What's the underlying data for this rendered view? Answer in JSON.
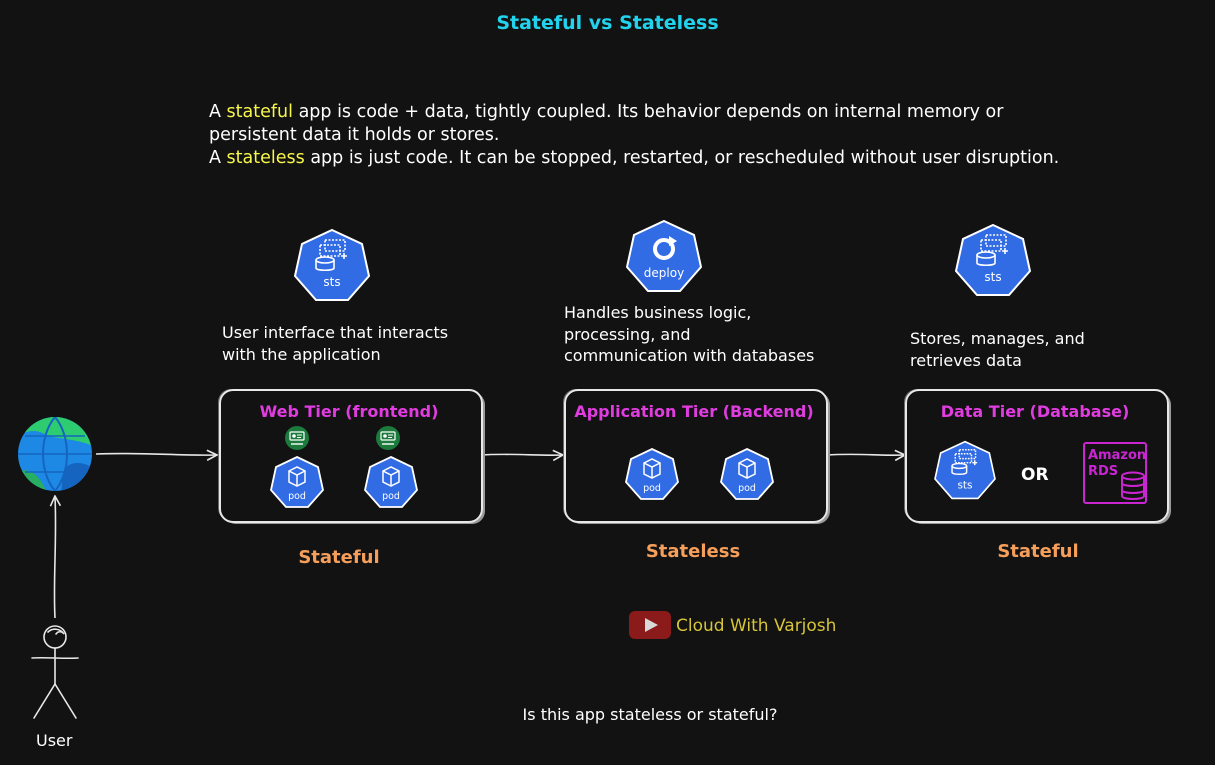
{
  "title": "Stateful vs Stateless",
  "intro": {
    "line1_pre": "A ",
    "line1_hl": "stateful",
    "line1_post": " app is code + data, tightly coupled. Its behavior depends on internal memory or",
    "line2": "persistent data it holds or stores.",
    "line3_pre": "A ",
    "line3_hl": "stateless",
    "line3_post": " app is just code. It can be stopped, restarted, or rescheduled without user disruption."
  },
  "tiers": [
    {
      "icon_label": "sts",
      "description": [
        "User interface that interacts",
        "with the application"
      ],
      "title": "Web Tier (frontend)",
      "pods": [
        "pod",
        "pod"
      ],
      "status": "Stateful"
    },
    {
      "icon_label": "deploy",
      "description": [
        "Handles business logic,",
        "processing, and",
        "communication with databases"
      ],
      "title": "Application Tier (Backend)",
      "pods": [
        "pod",
        "pod"
      ],
      "status": "Stateless"
    },
    {
      "icon_label": "sts",
      "description": [
        "Stores, manages, and",
        "retrieves data"
      ],
      "title": "Data Tier (Database)",
      "inner_icon_label": "sts",
      "or_label": "OR",
      "rds_label": [
        "Amazon",
        "RDS"
      ],
      "status": "Stateful"
    }
  ],
  "user_label": "User",
  "brand": "Cloud With Varjosh",
  "question": "Is this app stateless or stateful?",
  "colors": {
    "background": "#121212",
    "title": "#22d3ee",
    "highlight": "#f7f74a",
    "tier_title": "#e03ce0",
    "status": "#f59f5b",
    "k8s_blue": "#326ce5",
    "rds": "#c925d1",
    "brand": "#d6c43a"
  },
  "icons": [
    "globe-icon",
    "user-stick-figure-icon",
    "sts-icon",
    "deploy-icon",
    "pod-icon",
    "service-icon",
    "amazon-rds-icon",
    "youtube-icon"
  ]
}
